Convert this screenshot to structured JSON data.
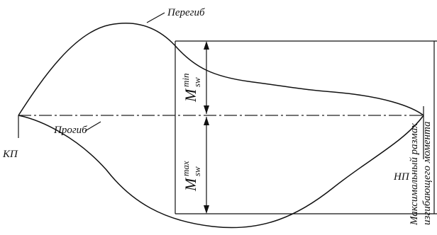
{
  "labels": {
    "inflection": "Перегиб",
    "deflection": "Прогиб",
    "kp": "КП",
    "np": "НП",
    "m_min_base": "M",
    "m_min_sup": "min",
    "m_min_sub": "sw",
    "m_max_base": "M",
    "m_max_sup": "max",
    "m_max_sub": "sw",
    "side_line1": "Максимальный размах",
    "side_line2": "изгибающего момента"
  },
  "colors": {
    "stroke": "#111111",
    "background": "#ffffff"
  }
}
